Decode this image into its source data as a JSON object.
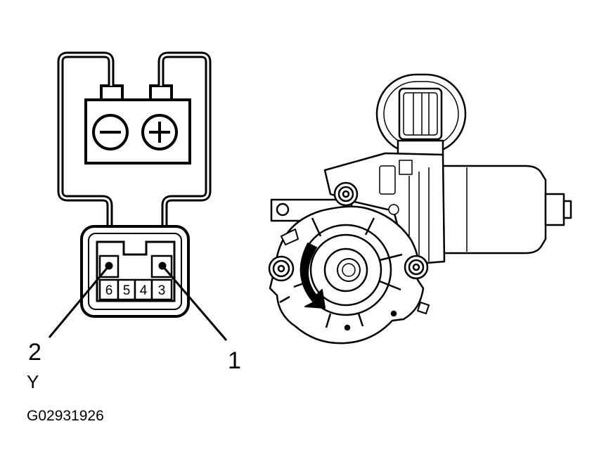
{
  "diagram": {
    "battery": {
      "negative_symbol": "−",
      "positive_symbol": "+"
    },
    "connector": {
      "pins": [
        "6",
        "5",
        "4",
        "3"
      ]
    },
    "callouts": [
      {
        "number": "2",
        "wire_color": "Y"
      },
      {
        "number": "1"
      }
    ],
    "figure_code": "G02931926",
    "colors": {
      "line": "#000000",
      "background": "#ffffff"
    }
  }
}
